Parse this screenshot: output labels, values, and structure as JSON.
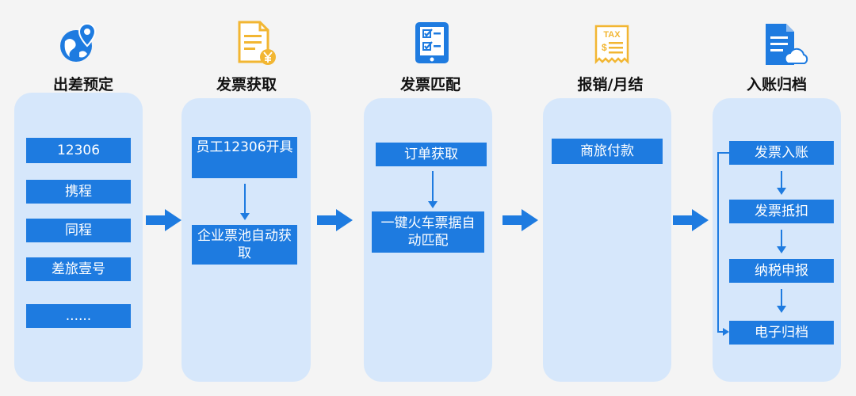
{
  "stages": [
    {
      "title": "出差预定",
      "icon": "location-globe-icon",
      "items": [
        "12306",
        "携程",
        "同程",
        "差旅壹号",
        "......"
      ]
    },
    {
      "title": "发票获取",
      "icon": "invoice-yen-icon",
      "items": [
        "员工12306开具",
        "企业票池自动获取"
      ]
    },
    {
      "title": "发票匹配",
      "icon": "tablet-checklist-icon",
      "items": [
        "订单获取",
        "一键火车票据自动匹配"
      ]
    },
    {
      "title": "报销/月结",
      "icon": "tax-receipt-icon",
      "items": [
        "商旅付款"
      ]
    },
    {
      "title": "入账归档",
      "icon": "document-cloud-icon",
      "items": [
        "发票入账",
        "发票抵扣",
        "纳税申报",
        "电子归档"
      ]
    }
  ],
  "icon_text": {
    "tax": "TAX"
  },
  "colors": {
    "accent": "#1e7be0",
    "panel": "#d6e7fb",
    "icon_orange": "#f2b632",
    "background": "#f4f4f4"
  }
}
